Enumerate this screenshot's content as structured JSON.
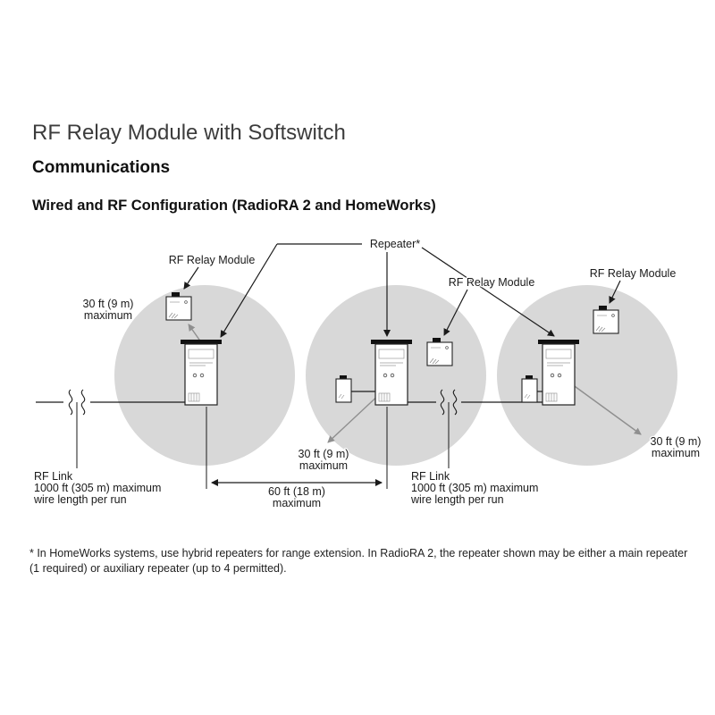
{
  "page": {
    "title": "RF Relay Module with Softswitch",
    "section_heading": "Communications",
    "subsection_heading": "Wired and RF Configuration (RadioRA 2 and HomeWorks)"
  },
  "diagram": {
    "repeater_label": "Repeater*",
    "module_labels": [
      "RF Relay Module",
      "RF Relay Module",
      "RF Relay Module"
    ],
    "range_label_1": {
      "line1": "30 ft (9 m)",
      "line2": "maximum"
    },
    "range_label_2": {
      "line1": "30 ft (9 m)",
      "line2": "maximum"
    },
    "range_label_3": {
      "line1": "30 ft (9 m)",
      "line2": "maximum"
    },
    "distance_label": {
      "line1": "60 ft (18 m)",
      "line2": "maximum"
    },
    "rf_link_label_1": {
      "line1": "RF Link",
      "line2": "1000 ft (305 m) maximum",
      "line3": "wire length per run"
    },
    "rf_link_label_2": {
      "line1": "RF Link",
      "line2": "1000 ft (305 m) maximum",
      "line3": "wire length per run"
    }
  },
  "footnote": {
    "line1": "* In HomeWorks systems, use hybrid repeaters for range extension. In RadioRA 2, the repeater shown may be either a main repeater",
    "line2": "(1 required) or auxiliary repeater (up to 4 permitted)."
  }
}
